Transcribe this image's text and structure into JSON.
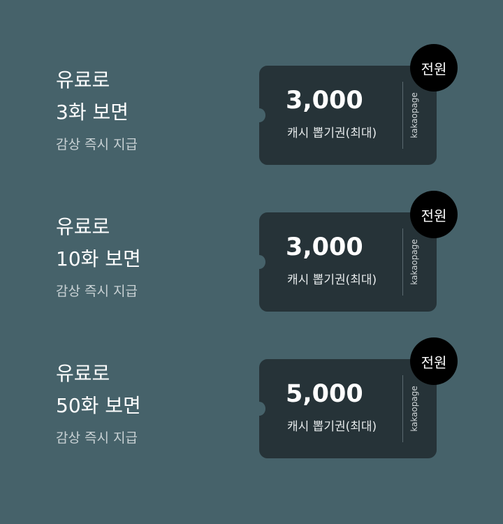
{
  "rewards": [
    {
      "line1": "유료로",
      "line2": "3화 보면",
      "sub": "감상 즉시 지급",
      "amount": "3,000",
      "label": "캐시 뽑기권(최대)",
      "brand": "kakaopage",
      "badge": "전원"
    },
    {
      "line1": "유료로",
      "line2": "10화 보면",
      "sub": "감상 즉시 지급",
      "amount": "3,000",
      "label": "캐시 뽑기권(최대)",
      "brand": "kakaopage",
      "badge": "전원"
    },
    {
      "line1": "유료로",
      "line2": "50화 보면",
      "sub": "감상 즉시 지급",
      "amount": "5,000",
      "label": "캐시 뽑기권(최대)",
      "brand": "kakaopage",
      "badge": "전원"
    }
  ]
}
